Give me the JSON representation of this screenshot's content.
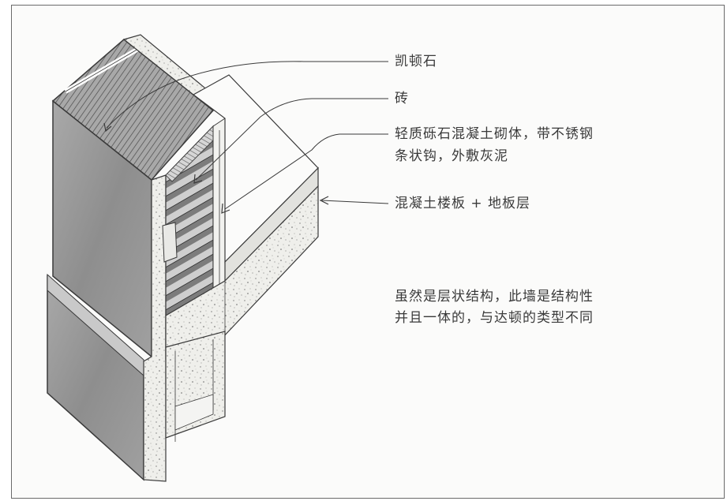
{
  "labels": {
    "kaidun_stone": "凯顿石",
    "brick": "砖",
    "masonry_line1": "轻质砾石混凝土砌体，带不锈钢",
    "masonry_line2": "条状钩，外敷灰泥",
    "floor_slab": "混凝土楼板 + 地板层"
  },
  "note": {
    "line1": "虽然是层状结构，此墙是结构性",
    "line2": "并且一体的，与达顿的类型不同"
  },
  "colors": {
    "line": "#3a3a3a",
    "stone_face": "#9a9a9a",
    "concrete": "#eeeeea",
    "brick_hatch": "#555555"
  }
}
